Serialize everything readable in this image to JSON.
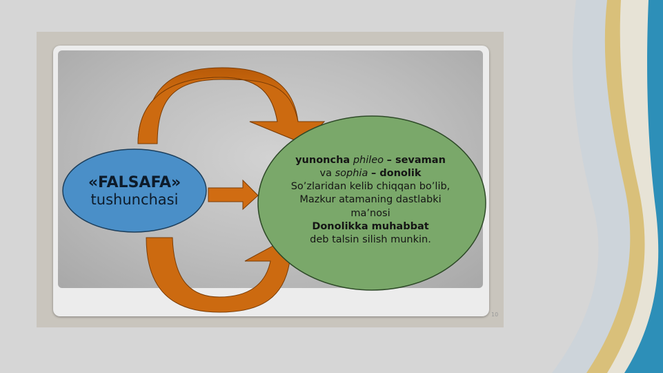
{
  "diagram": {
    "left_oval": {
      "title": "«FALSAFA»",
      "subtitle": "tushunchasi"
    },
    "right_oval": {
      "line1": {
        "w1": "yunoncha",
        "w2": "phileo",
        "w3": "– sevaman"
      },
      "line2": {
        "w1": "va",
        "w2": "sophia",
        "w3": "– donolik"
      },
      "line3": "So’zlaridan kelib chiqqan bo’lib,",
      "line4": "Mazkur atamaning dastlabki",
      "line5": "ma’nosi",
      "line6": "Donolikka muhabbat",
      "line7": "deb talsin silish munkin."
    },
    "page_number": "10"
  },
  "colors": {
    "left_oval_fill": "#4a8fc8",
    "right_oval_fill": "#7aa86a",
    "arrow_fill": "#cc6a10"
  }
}
